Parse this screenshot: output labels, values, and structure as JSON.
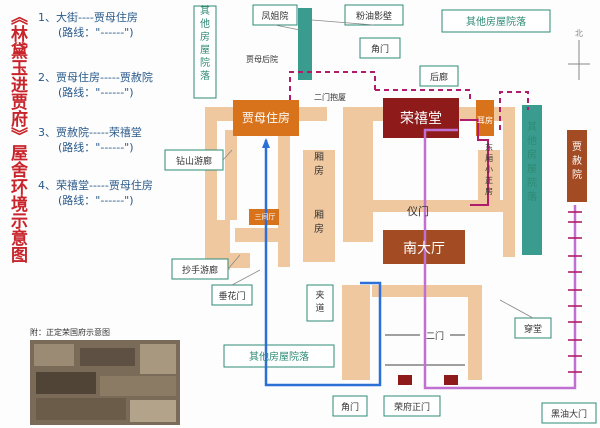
{
  "title": "《林黛玉进贾府》屋舍环境示意图",
  "routes": [
    {
      "title": "1、大街----贾母住房",
      "line": "(路线：\"------\")"
    },
    {
      "title": "2、贾母住房-----贾赦院",
      "line": "(路线：\"------\")"
    },
    {
      "title": "3、贾赦院-----荣禧堂",
      "line": "(路线：\"------\")"
    },
    {
      "title": "4、荣禧堂-----贾母住房",
      "line": "(路线：\"------\")"
    }
  ],
  "inset_caption": "附：正定荣国府示意图",
  "buildings": {
    "jiamu": "贾母住房",
    "rongxi": "荣禧堂",
    "nandating": "南大厅",
    "jiashe": "贾赦院",
    "fenghuang": "凤姐院",
    "fenyou": "粉油影壁",
    "jiaomen_top": "角门",
    "jiaomen_bottom": "角门",
    "houlang": "后廊",
    "ertai": "耳房",
    "dongxiang": "东厢小正房",
    "shoushou": "抄手游廊",
    "zuanshan": "钻山游廊",
    "santing": "三间厅",
    "chuihua": "垂花门",
    "jiadao": "夹道",
    "ermen": "二门",
    "rongfu_gate": "荣府正门",
    "heiyou": "黑油大门",
    "chuantang": "穿堂",
    "jiamu_back": "贾母后院",
    "ermen_passage": "二门抱厦",
    "yimen": "仪门",
    "xiangfang1": "厢房",
    "xiangfang2": "厢房",
    "other_top": "其他房屋院落",
    "other_left": "其他房屋院落",
    "other_right": "其他房屋院落",
    "other_bottom": "其他房屋院落",
    "north": "北"
  },
  "colors": {
    "route1": "#2c6fd6",
    "route2": "#b01c6b",
    "route3": "#b01c6b",
    "route4": "#c070d0",
    "teal_block": "#3a9c8e",
    "orange_building": "#d9731b",
    "red_building": "#8e1a1a",
    "brown_building": "#a34b22",
    "tan_wall": "#f0c8a0",
    "label_border": "#2d8a74",
    "title_red": "#c8242b"
  }
}
